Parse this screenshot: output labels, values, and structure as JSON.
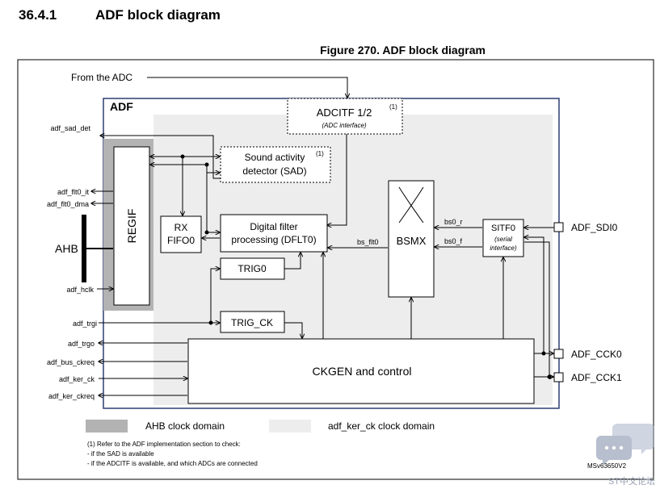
{
  "section": {
    "number": "36.4.1",
    "title": "ADF block diagram"
  },
  "figure_title": "Figure 270. ADF block diagram",
  "diagram": {
    "from_adc": "From the ADC",
    "adf_label": "ADF",
    "adcitf": {
      "title": "ADCITF 1/2",
      "note": "(1)",
      "subtitle": "(ADC interface)"
    },
    "sad": {
      "line1": "Sound activity",
      "line2": "detector (SAD)",
      "note": "(1)"
    },
    "regif": "REGIF",
    "rx_fifo": {
      "line1": "RX",
      "line2": "FIFO0"
    },
    "dflt": {
      "line1": "Digital filter",
      "line2": "processing (DFLT0)"
    },
    "trig0": "TRIG0",
    "trig_ck": "TRIG_CK",
    "bsmx": "BSMX",
    "sitf": {
      "line1": "SITF0",
      "line2": "(serial",
      "line3": "interface)"
    },
    "ckgen": "CKGEN and control",
    "signals": {
      "adf_sad_det": "adf_sad_det",
      "adf_flt0_it": "adf_flt0_it",
      "adf_flt0_dma": "adf_flt0_dma",
      "ahb": "AHB",
      "adf_hclk": "adf_hclk",
      "adf_trgi": "adf_trgi",
      "adf_trgo": "adf_trgo",
      "adf_bus_ckreq": "adf_bus_ckreq",
      "adf_ker_ck": "adf_ker_ck",
      "adf_ker_ckreq": "adf_ker_ckreq",
      "bs_flt0": "bs_flt0",
      "bs0_r": "bs0_r",
      "bs0_f": "bs0_f",
      "adf_sdi0": "ADF_SDI0",
      "adf_cck0": "ADF_CCK0",
      "adf_cck1": "ADF_CCK1"
    }
  },
  "legend": {
    "ahb_domain": "AHB clock domain",
    "ker_domain": "adf_ker_ck clock domain"
  },
  "footnote": {
    "line1": "(1) Refer to the ADF implementation section to check:",
    "line2": "- if the SAD is available",
    "line3": "- if the ADCITF is available, and which ADCs are connected"
  },
  "figure_code": "MSv63650V2",
  "watermark": "ST中文论坛",
  "colors": {
    "ahb_domain": "#b3b3b3",
    "ker_domain": "#ededed",
    "adf_border": "#2d3e73"
  }
}
